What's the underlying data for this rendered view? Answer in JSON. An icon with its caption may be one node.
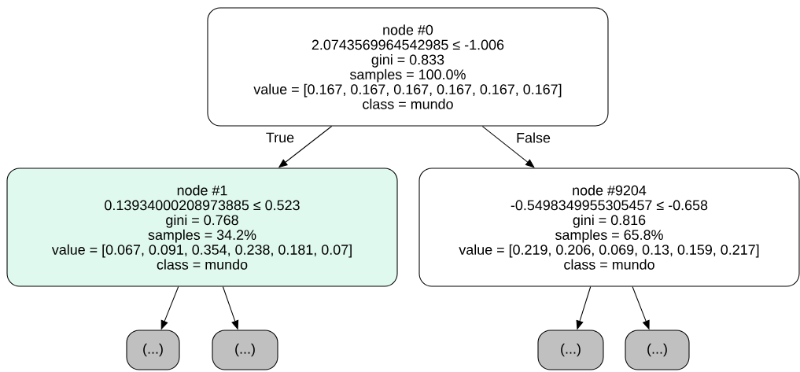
{
  "diagram": {
    "nodes": [
      {
        "text": [
          "node #0",
          "2.0743569964542985 ≤ -1.006",
          "gini = 0.833",
          "samples = 100.0%",
          "value = [0.167, 0.167, 0.167, 0.167, 0.167, 0.167]",
          "class = mundo"
        ]
      },
      {
        "text": [
          "node #1",
          "0.13934000208973885 ≤ 0.523",
          "gini = 0.768",
          "samples = 34.2%",
          "value = [0.067, 0.091, 0.354, 0.238, 0.181, 0.07]",
          "class = mundo"
        ]
      },
      {
        "text": [
          "node #9204",
          "-0.5498349955305457 ≤ -0.658",
          "gini = 0.816",
          "samples = 65.8%",
          "value = [0.219, 0.206, 0.069, 0.13, 0.159, 0.217]",
          "class = mundo"
        ]
      },
      {
        "text": [
          "(...)"
        ]
      },
      {
        "text": [
          "(...)"
        ]
      },
      {
        "text": [
          "(...)"
        ]
      },
      {
        "text": [
          "(...)"
        ]
      }
    ],
    "edges": [
      {
        "from": 0,
        "to": 1,
        "arrow": "to",
        "label": "True"
      },
      {
        "from": 0,
        "to": 2,
        "arrow": "to",
        "label": "False"
      },
      {
        "from": 1,
        "to": 3,
        "arrow": "to"
      },
      {
        "from": 1,
        "to": 4,
        "arrow": "to"
      },
      {
        "from": 2,
        "to": 5,
        "arrow": "to"
      },
      {
        "from": 2,
        "to": 6,
        "arrow": "to"
      }
    ]
  }
}
